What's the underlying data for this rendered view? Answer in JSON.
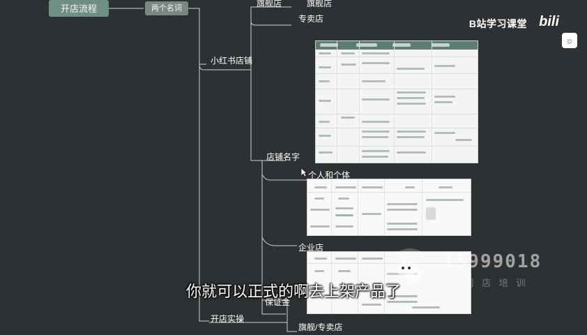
{
  "mindmap": {
    "root_label": "开店流程",
    "branch_label": "两个名词",
    "nodes": {
      "top_cut": "旗舰店",
      "specialty_store": "专卖店",
      "xhs_shop": "小红书店铺",
      "shop_name": "店铺名字",
      "individual": "个人和个体",
      "enterprise": "企业店",
      "deposit": "保证金",
      "practice": "开店实操",
      "flagship_specialty": "旗舰/专卖店"
    }
  },
  "branding": {
    "channel_name": "B站学习课堂",
    "logo_text": "bili",
    "phone_watermark": "15999018",
    "watermark_sub": "保 网 店 培 训"
  },
  "player": {
    "subtitle": "你就可以正式的啊去上架产品了"
  },
  "colors": {
    "background": "#2e3133",
    "pill": "#6f8e84",
    "table_header": "#5d7e6f"
  }
}
